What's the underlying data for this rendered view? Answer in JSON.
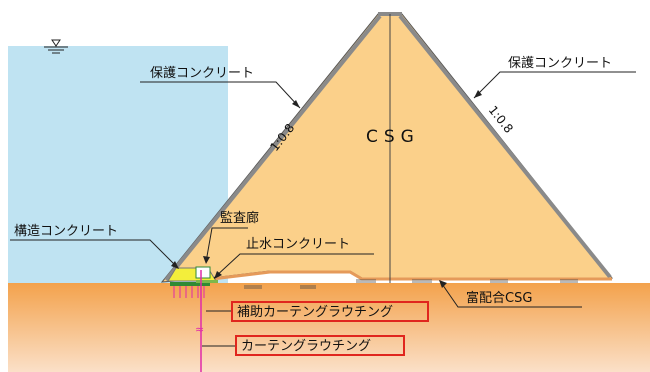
{
  "diagram": {
    "colors": {
      "water": "#bfe3f2",
      "foundation_top": "#f3a24c",
      "foundation_bottom": "#fbe0c8",
      "csg_fill": "#fbd08a",
      "csg_edge": "#f6bf6b",
      "rich_csg": "#e59a5a",
      "structural_concrete": "#f3ee3b",
      "highlight_box": "#e0261e",
      "curtain_line": "#e02aa8",
      "gallery": "#7db84a",
      "foundation_gallery": "#2f8a34"
    },
    "labels": {
      "csg": "CSG",
      "protect_left": "保護コンクリート",
      "protect_right": "保護コンクリート",
      "slope_left": "1:0.8",
      "slope_right": "1:0.8",
      "inspection_gallery": "監査廊",
      "cutoff_concrete": "止水コンクリート",
      "structural_concrete": "構造コンクリート",
      "rich_csg": "富配合CSG",
      "aux_curtain": "補助カーテングラウチング",
      "curtain": "カーテングラウチング"
    },
    "icons": {
      "water_level": "water-level-icon",
      "break_mark": "break-symbol-icon",
      "hatch": "foundation-hatch-icon"
    }
  }
}
